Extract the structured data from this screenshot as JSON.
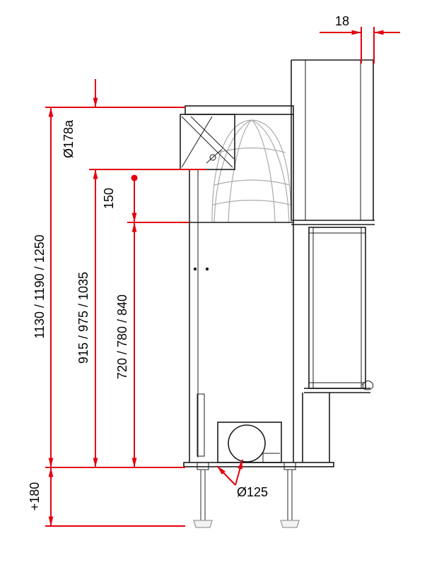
{
  "drawing": {
    "type": "technical-dimension-drawing",
    "background": "#ffffff",
    "colors": {
      "dimension_lines": "#e3000f",
      "outline": "#1c1c1c",
      "hidden_lines": "#ababab"
    },
    "dims": {
      "panel_thickness": "18",
      "flue_diameter": "Ø178a",
      "flue_center_offset": "150",
      "overall_height": "1130 / 1190 / 1250",
      "flue_height": "915 / 975 / 1035",
      "top_edge_height": "720 / 780 / 840",
      "leg_extension": "+180",
      "outlet_diameter": "Ø125"
    }
  }
}
